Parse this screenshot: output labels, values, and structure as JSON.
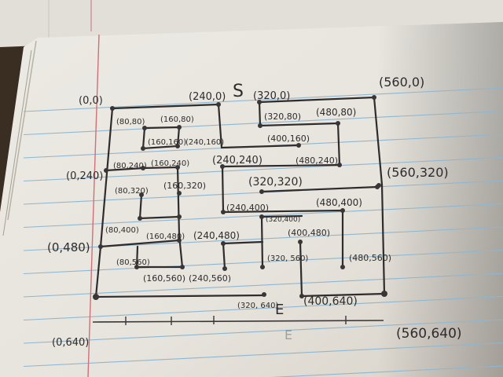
{
  "photo": {
    "start_marker": "S",
    "end_marker": "E",
    "end_marker_ghost": "E",
    "colors": {
      "paper": "#efece6",
      "back_sheet": "#e4e1da",
      "rule_line": "#8fb6cf",
      "margin_line": "#d27a82",
      "ink": "#2f2c2e",
      "background": "#3a2d22"
    }
  },
  "maze": {
    "labels": [
      {
        "id": "l-0-0",
        "text": "(0,0)"
      },
      {
        "id": "l-240-0",
        "text": "(240,0)"
      },
      {
        "id": "l-320-0",
        "text": "(320,0)"
      },
      {
        "id": "l-560-0",
        "text": "(560,0)"
      },
      {
        "id": "l-80-80",
        "text": "(80,80)"
      },
      {
        "id": "l-160-80",
        "text": "(160,80)"
      },
      {
        "id": "l-320-80",
        "text": "(320,80)"
      },
      {
        "id": "l-480-80",
        "text": "(480,80)"
      },
      {
        "id": "l-160-160",
        "text": "(160,160)"
      },
      {
        "id": "l-240-160",
        "text": "(240,160)"
      },
      {
        "id": "l-400-160",
        "text": "(400,160)"
      },
      {
        "id": "l-0-240",
        "text": "(0,240)"
      },
      {
        "id": "l-80-240",
        "text": "(80,240)"
      },
      {
        "id": "l-160-240",
        "text": "(160,240)"
      },
      {
        "id": "l-240-240",
        "text": "(240,240)"
      },
      {
        "id": "l-480-240",
        "text": "(480,240)"
      },
      {
        "id": "l-560-320",
        "text": "(560,320)"
      },
      {
        "id": "l-80-320",
        "text": "(80,320)"
      },
      {
        "id": "l-160-320",
        "text": "(160,320)"
      },
      {
        "id": "l-320-320",
        "text": "(320,320)"
      },
      {
        "id": "l-240-400",
        "text": "(240,400)"
      },
      {
        "id": "l-320-400",
        "text": "(320,400)"
      },
      {
        "id": "l-480-400",
        "text": "(480,400)"
      },
      {
        "id": "l-80-400",
        "text": "(80,400)"
      },
      {
        "id": "l-160-480",
        "text": "(160,480)"
      },
      {
        "id": "l-240-480",
        "text": "(240,480)"
      },
      {
        "id": "l-400-480",
        "text": "(400,480)"
      },
      {
        "id": "l-0-480",
        "text": "(0,480)"
      },
      {
        "id": "l-80-560",
        "text": "(80,560)"
      },
      {
        "id": "l-320-560",
        "text": "(320,\n560)"
      },
      {
        "id": "l-480-560",
        "text": "(480,560)"
      },
      {
        "id": "l-160-560",
        "text": "(160,560)"
      },
      {
        "id": "l-240-560",
        "text": "(240,560)"
      },
      {
        "id": "l-320-640",
        "text": "(320,\n640)"
      },
      {
        "id": "l-400-640",
        "text": "(400,640)"
      },
      {
        "id": "l-0-640",
        "text": "(0,640)"
      },
      {
        "id": "l-560-640",
        "text": "(560,640)"
      }
    ]
  }
}
